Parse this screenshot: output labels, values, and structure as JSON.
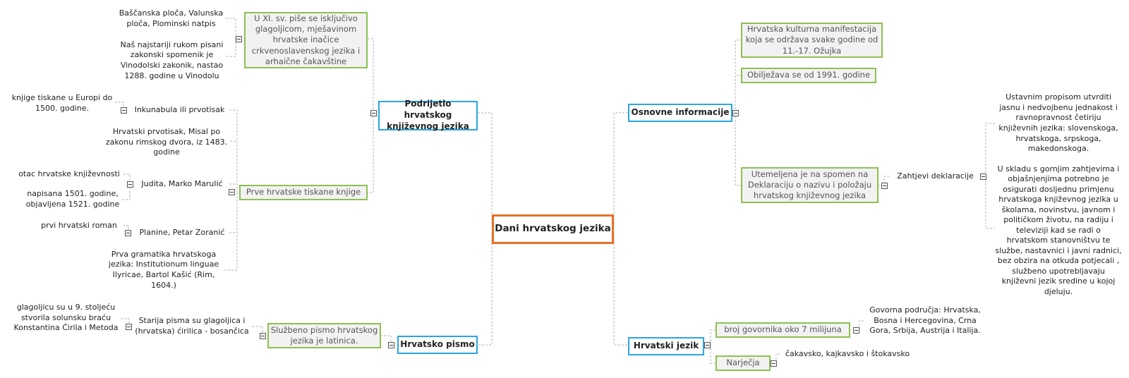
{
  "central": "Dani hrvatskog jezika",
  "left": {
    "podrijetlo": {
      "label": "Podrijetlo hrvatskog književnog jezika",
      "xi_stoljece": {
        "label": "U XI. sv. piše se isključivo glagoljicom, mješavinom hrvatske inačice crkvenoslavenskog jezika i arhaične čakavštine",
        "spomenici": "Baščanska ploča, Valunska ploča, Plominski natpis",
        "vinodolski": "Naš najstariji rukom pisani zakonski spomenik je Vinodolski zakonik, nastao 1288. godine u Vinodolu"
      },
      "tiskane": {
        "label": "Prve hrvatske tiskane knjige",
        "inkunabula": "Inkunabula ili prvotisak",
        "inkunabula_note": "knjige tiskane u Europi do 1500. godine.",
        "misal": "Hrvatski prvotisak, Misal po zakonu rimskog dvora, iz 1483. godine",
        "judita": "Judita, Marko Marulić",
        "judita_note1": "otac hrvatske književnosti",
        "judita_note2": "napisana 1501. godine, objavljena 1521. godine",
        "planine": "Planine, Petar Zoranić",
        "planine_note": "prvi hrvatski roman",
        "gramatika": "Prva gramatika hrvatskoga jezika: Institutionum linguae Ilyricae, Bartol Kašić (Rim, 1604.)"
      }
    },
    "pismo": {
      "label": "Hrvatsko pismo",
      "sluzbeno": "Službeno pismo hrvatskog jezika je latinica.",
      "starija": "Starija pisma su glagoljica i (hrvatska) ćirilica - bosančica",
      "starija_note": "glagoljicu su u 9. stoljeću stvorila solunsku braću Konstantina Ćirila i Metoda"
    }
  },
  "right": {
    "osnovne": {
      "label": "Osnovne informacije",
      "manifestacija": "Hrvatska kulturna manifestacija koja se održava svake godine od 11.-17. Ožujka",
      "obiljezava": "Obilježava se od 1991. godine",
      "utemeljena": "Utemeljena je na spomen na Deklaraciju o nazivu i položaju hrvatskog književnog jezika",
      "zahtjevi": "Zahtjevi deklaracije",
      "zahtjev1": "Ustavnim propisom utvrditi jasnu i nedvojbenu jednakost i ravnopravnost četiriju književnih jezika: slovenskoga, hrvatskoga, srpskoga, makedonskoga.",
      "zahtjev2": "U skladu s gornjim zahtjevima i objašnjenjima potrebno je osigurati dosljednu primjenu hrvatskoga književnog jezika u školama, novinstvu, javnom i političkom životu, na radiju i televiziji kad se radi o hrvatskom stanovništvu te službe, nastavnici i javni radnici, bez obzira na otkuda potjecali , službeno upotrebljavaju književni jezik sredine u kojoj djeluju."
    },
    "jezik": {
      "label": "Hrvatski jezik",
      "govornici": "broj govornika oko 7 milijuna",
      "podrucja": "Govorna područja: Hrvatska, Bosna i Hercegovina, Crna Gora, Srbija, Austrija i Italija.",
      "narjecja": "Narječja",
      "narjecja_note": "čakavsko, kajkavsko i štokavsko"
    }
  }
}
